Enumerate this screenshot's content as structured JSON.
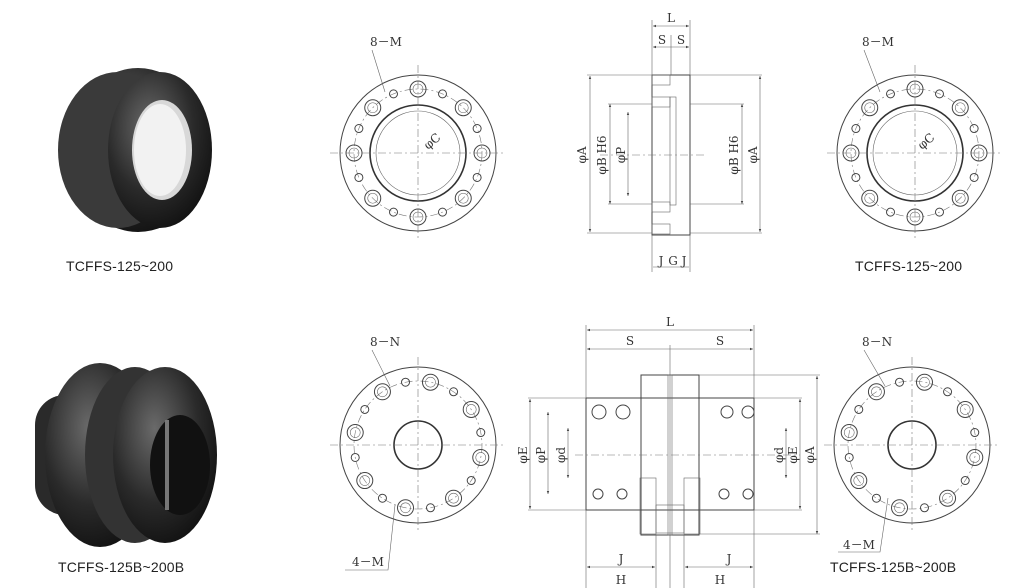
{
  "photos": [
    {
      "caption": "TCFFS-125~200",
      "image": "disc-coupling-flange-type-photo"
    },
    {
      "caption": "TCFFS-125B~200B",
      "image": "disc-coupling-clamp-type-photo"
    }
  ],
  "top_row": {
    "front_left": {
      "holes_label": "8－M",
      "diameter_label": "φC"
    },
    "side": {
      "L": "L",
      "S_left": "S",
      "S_right": "S",
      "phiA_left": "φA",
      "phiB_left": "φB H6",
      "phiP": "φP",
      "phiB_right": "φB H6",
      "phiA_right": "φA",
      "J_left": "J",
      "G": "G",
      "J_right": "J"
    },
    "front_right": {
      "holes_label": "8－M",
      "diameter_label": "φC",
      "caption": "TCFFS-125~200"
    }
  },
  "bottom_row": {
    "front_left": {
      "holes_label": "8－N",
      "tap_label": "4－M"
    },
    "side": {
      "L": "L",
      "S_left": "S",
      "S_right": "S",
      "phiE_left": "φE",
      "phiP": "φP",
      "phid_left": "φd",
      "phid_right": "φd",
      "phiE_right": "φE",
      "phiA": "φA",
      "J_left": "J",
      "H_left": "H",
      "J_right": "J",
      "H_right": "H"
    },
    "front_right": {
      "holes_label": "8－N",
      "tap_label": "4－M",
      "caption": "TCFFS-125B~200B"
    }
  }
}
